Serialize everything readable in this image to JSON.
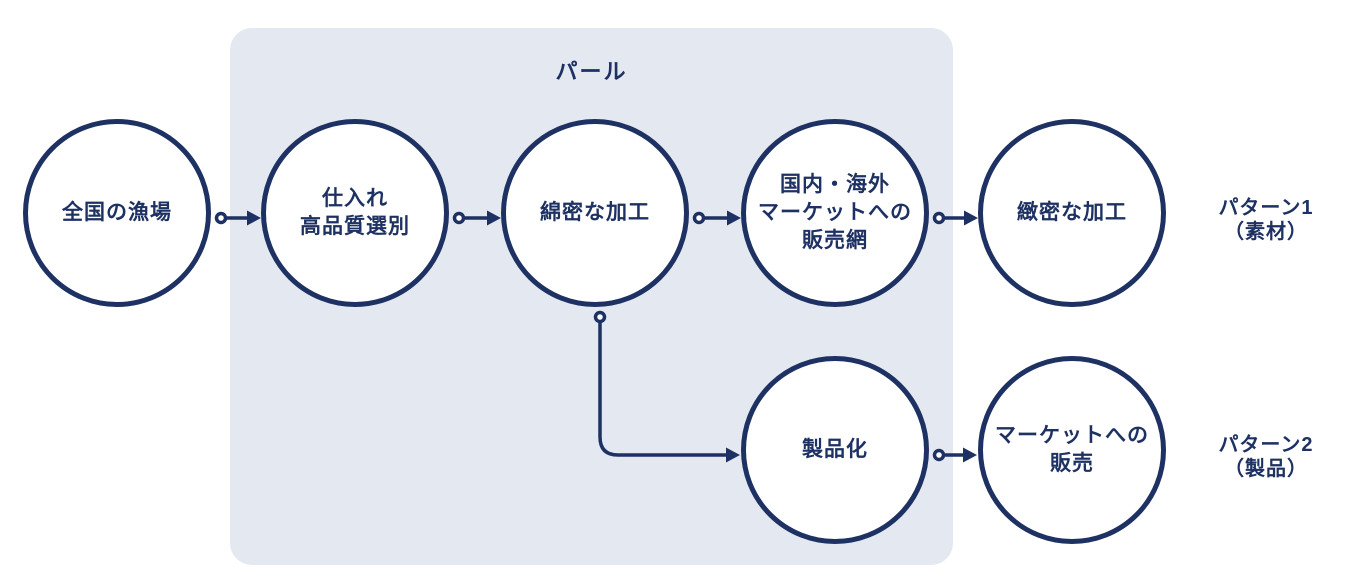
{
  "diagram": {
    "title": "パール",
    "colors": {
      "navy": "#1E3163",
      "panel_bg": "#E4E8F1",
      "canvas_bg": "#FFFFFF"
    },
    "nodes": [
      {
        "id": "fishing-grounds",
        "label": "全国の漁場"
      },
      {
        "id": "procurement-selection",
        "label": "仕入れ\n高品質選別"
      },
      {
        "id": "meticulous-processing",
        "label": "綿密な加工"
      },
      {
        "id": "sales-network",
        "label": "国内・海外\nマーケットへの\n販売網"
      },
      {
        "id": "precise-processing",
        "label": "緻密な加工"
      },
      {
        "id": "productization",
        "label": "製品化"
      },
      {
        "id": "market-sales",
        "label": "マーケットへの\n販売"
      }
    ],
    "edges": [
      {
        "from": "fishing-grounds",
        "to": "procurement-selection"
      },
      {
        "from": "procurement-selection",
        "to": "meticulous-processing"
      },
      {
        "from": "meticulous-processing",
        "to": "sales-network"
      },
      {
        "from": "sales-network",
        "to": "precise-processing"
      },
      {
        "from": "meticulous-processing",
        "to": "productization"
      },
      {
        "from": "productization",
        "to": "market-sales"
      }
    ],
    "side_labels": [
      {
        "id": "pattern-1",
        "label": "パターン1\n（素材）"
      },
      {
        "id": "pattern-2",
        "label": "パターン2\n（製品）"
      }
    ]
  }
}
